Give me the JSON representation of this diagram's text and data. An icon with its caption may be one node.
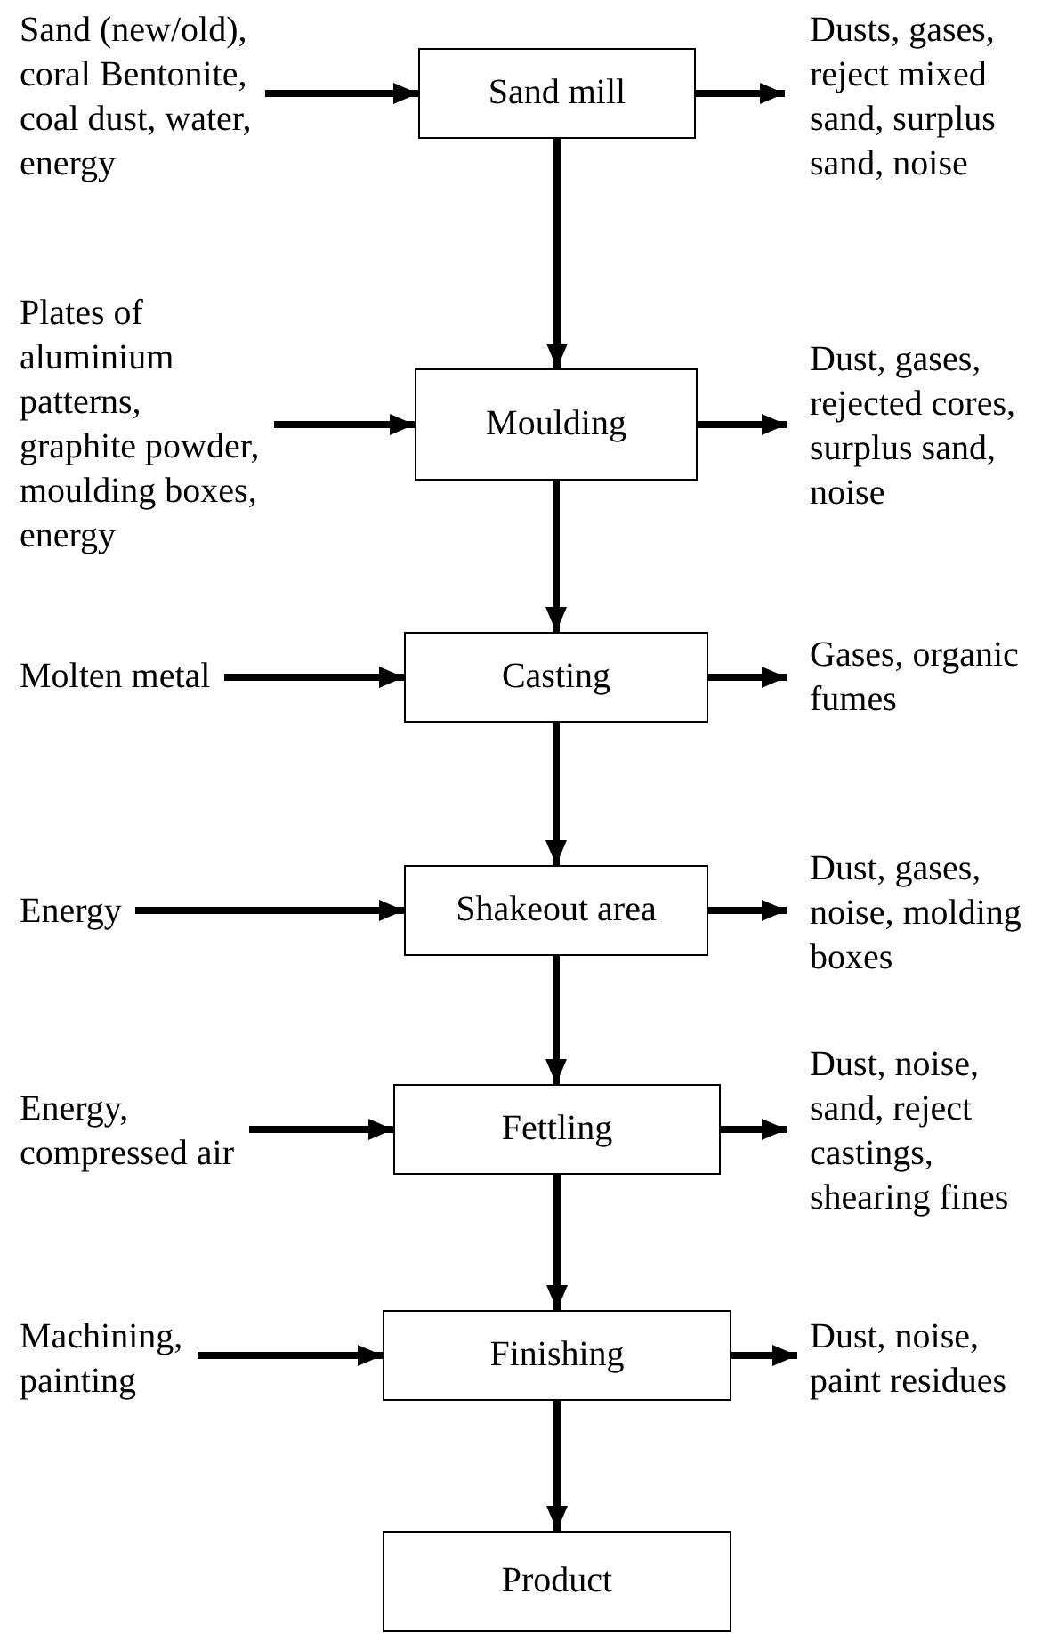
{
  "diagram": {
    "nodes": [
      {
        "text": [
          "Sand (new/old), coral Bentonite, coal dust, water, energy"
        ]
      },
      {
        "text": [
          "Sand mill"
        ]
      },
      {
        "text": [
          "Dusts, gases, reject mixed sand, surplus sand, noise"
        ]
      },
      {
        "text": [
          "Plates of aluminium patterns, graphite powder, moulding boxes, energy"
        ]
      },
      {
        "text": [
          "Moulding"
        ]
      },
      {
        "text": [
          "Dust, gases, rejected cores, surplus sand, noise"
        ]
      },
      {
        "text": [
          "Molten metal"
        ]
      },
      {
        "text": [
          "Casting"
        ]
      },
      {
        "text": [
          "Gases, organic fumes"
        ]
      },
      {
        "text": [
          "Energy"
        ]
      },
      {
        "text": [
          "Shakeout area"
        ]
      },
      {
        "text": [
          "Dust, gases, noise, molding boxes"
        ]
      },
      {
        "text": [
          "Energy, compressed air"
        ]
      },
      {
        "text": [
          "Fettling"
        ]
      },
      {
        "text": [
          "Dust, noise, sand, reject castings, shearing fines"
        ]
      },
      {
        "text": [
          "Machining, painting"
        ]
      },
      {
        "text": [
          "Finishing"
        ]
      },
      {
        "text": [
          "Dust, noise, paint residues"
        ]
      },
      {
        "text": [
          "Product"
        ]
      }
    ],
    "edges": [
      {
        "from": 0,
        "to": 1,
        "arrow": "to"
      },
      {
        "from": 1,
        "to": 2,
        "arrow": "to"
      },
      {
        "from": 1,
        "to": 4,
        "arrow": "to"
      },
      {
        "from": 3,
        "to": 4,
        "arrow": "to"
      },
      {
        "from": 4,
        "to": 5,
        "arrow": "to"
      },
      {
        "from": 4,
        "to": 7,
        "arrow": "to"
      },
      {
        "from": 6,
        "to": 7,
        "arrow": "to"
      },
      {
        "from": 7,
        "to": 8,
        "arrow": "to"
      },
      {
        "from": 7,
        "to": 10,
        "arrow": "to"
      },
      {
        "from": 9,
        "to": 10,
        "arrow": "to"
      },
      {
        "from": 10,
        "to": 11,
        "arrow": "to"
      },
      {
        "from": 10,
        "to": 13,
        "arrow": "to"
      },
      {
        "from": 12,
        "to": 13,
        "arrow": "to"
      },
      {
        "from": 13,
        "to": 14,
        "arrow": "to"
      },
      {
        "from": 13,
        "to": 16,
        "arrow": "to"
      },
      {
        "from": 15,
        "to": 16,
        "arrow": "to"
      },
      {
        "from": 16,
        "to": 17,
        "arrow": "to"
      },
      {
        "from": 16,
        "to": 18,
        "arrow": "to"
      }
    ]
  }
}
